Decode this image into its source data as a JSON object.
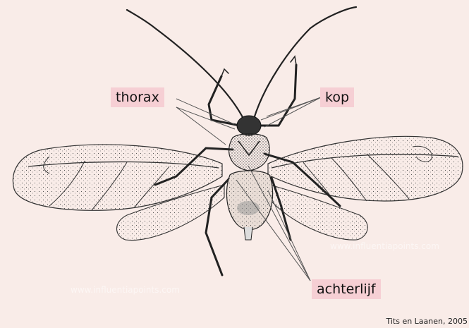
{
  "labels": {
    "thorax": "thorax",
    "kop": "kop",
    "achterlijf": "achterlijf"
  },
  "credit": "Tits en Laanen, 2005",
  "watermark": "www.influentiapoints.com",
  "colors": {
    "background": "#f9ece8",
    "label_background": "#f6cfd4",
    "line": "#222222"
  }
}
